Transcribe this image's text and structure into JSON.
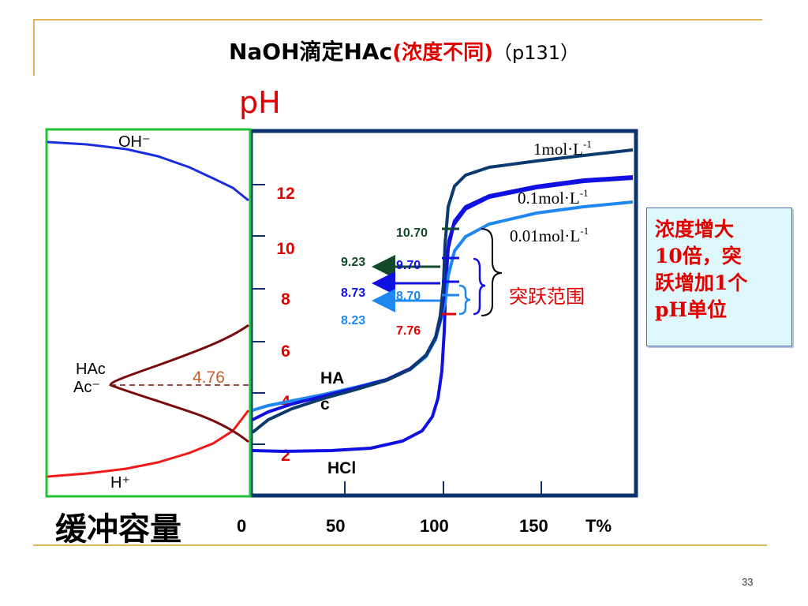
{
  "title": {
    "main": "NaOH滴定HAc",
    "red": "(浓度不同)",
    "ref": "（p131）"
  },
  "y_axis_label": "pH",
  "y_ticks": [
    "12",
    "10",
    "8",
    "6",
    "4",
    "2"
  ],
  "x_ticks": [
    "0",
    "50",
    "100",
    "150"
  ],
  "x_unit": "T%",
  "buffer_label": "缓冲容量",
  "left_panel": {
    "oh_label": "OH⁻",
    "hac_label": "HAc",
    "ac_label": "Ac⁻",
    "h_label": "H⁺",
    "pka_value": "4.76"
  },
  "curve_labels": {
    "c1": "1mol·L",
    "c2": "0.1mol·L",
    "c3": "0.01mol·L",
    "sup": "-1",
    "hac_line1": "HA",
    "hac_line2": "c",
    "hcl": "HCl"
  },
  "endpoint_values": {
    "v1070": "10.70",
    "v923": "9.23",
    "v970": "9.70",
    "v873": "8.73",
    "v870": "8.70",
    "v823": "8.23",
    "v776": "7.76"
  },
  "jump_range_label": "突跃范围",
  "note": {
    "line1": "浓度增大",
    "line2": "10倍，突",
    "line3": "跃增加1个",
    "line4": "pH单位"
  },
  "page_number": "33",
  "colors": {
    "frame": "#0b3370",
    "c1": "#0b3a6e",
    "c2": "#1010e0",
    "c3": "#1e88f0",
    "hcl": "#1010e0",
    "red_text": "#e00000",
    "green_box": "#22c034",
    "hac_curve": "#7a0b0b",
    "h_curve": "#f01818",
    "oh_curve": "#1a2fe0",
    "pka_color": "#c0602a",
    "dark_green": "#124a2a"
  }
}
